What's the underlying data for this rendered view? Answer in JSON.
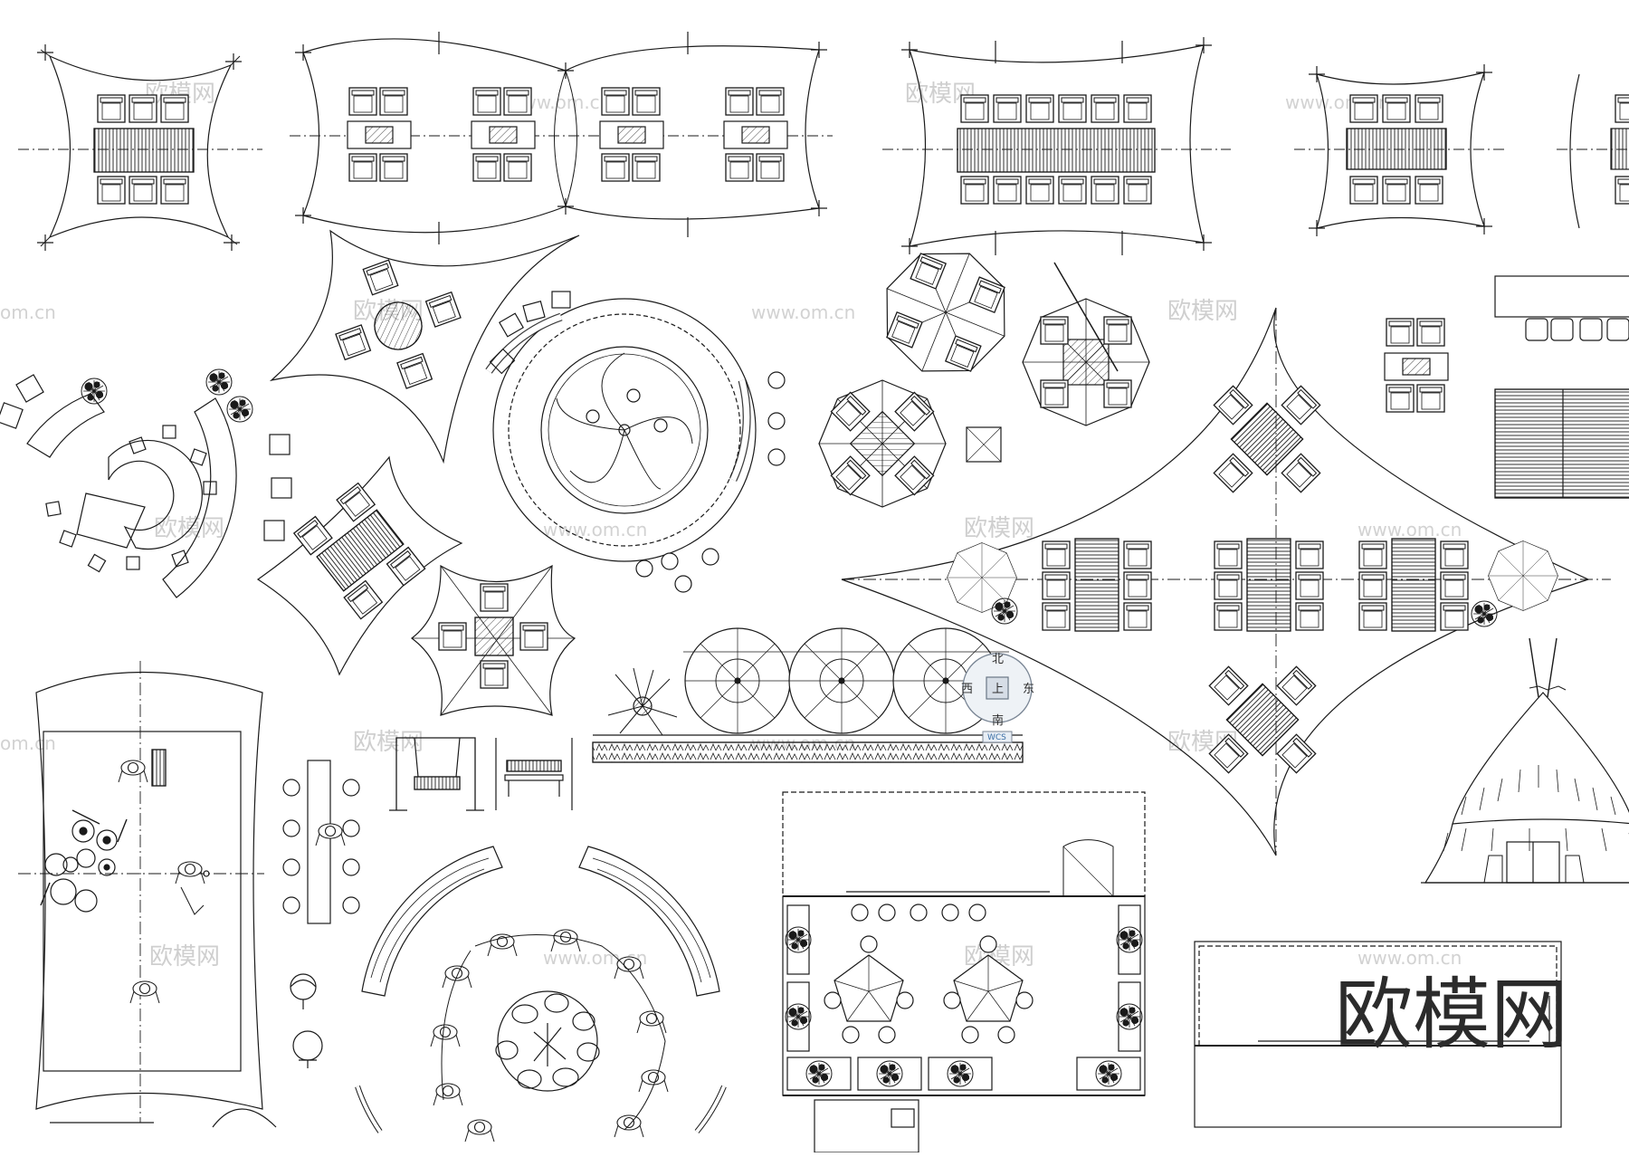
{
  "colors": {
    "background": "#ffffff",
    "stroke": "#1a1a1a",
    "watermark": "#cfcfcf",
    "navcube_accent": "#3a6ea5"
  },
  "watermark": {
    "logo_text": "欧模网",
    "url_text": "www.om.cn",
    "url_partial": "om.cn"
  },
  "brand": {
    "text": "欧模网"
  },
  "navcube": {
    "north": "北",
    "south": "南",
    "east": "东",
    "west": "西",
    "center": "上",
    "wcs": "WCS"
  },
  "elements": [
    {
      "name": "tensile-canopy-dining-4",
      "icon": "tensile-canopy-icon"
    },
    {
      "name": "double-canopy-dining-sets",
      "icon": "tensile-canopy-icon"
    },
    {
      "name": "long-table-canopy",
      "icon": "tensile-canopy-icon"
    },
    {
      "name": "round-pavilion-firepit",
      "icon": "pavilion-icon"
    },
    {
      "name": "curved-bench-seating",
      "icon": "curved-bench-icon"
    },
    {
      "name": "umbrella-table-sets",
      "icon": "umbrella-icon"
    },
    {
      "name": "large-diamond-canopy-dining",
      "icon": "tensile-canopy-icon"
    },
    {
      "name": "stage-with-musicians",
      "icon": "stage-icon"
    },
    {
      "name": "swing-and-bench",
      "icon": "swing-icon"
    },
    {
      "name": "campfire-circle",
      "icon": "campfire-icon"
    },
    {
      "name": "courtyard-terrace-plan",
      "icon": "courtyard-icon"
    },
    {
      "name": "teepee-elevation",
      "icon": "teepee-icon"
    },
    {
      "name": "building-elevation",
      "icon": "building-icon"
    }
  ]
}
